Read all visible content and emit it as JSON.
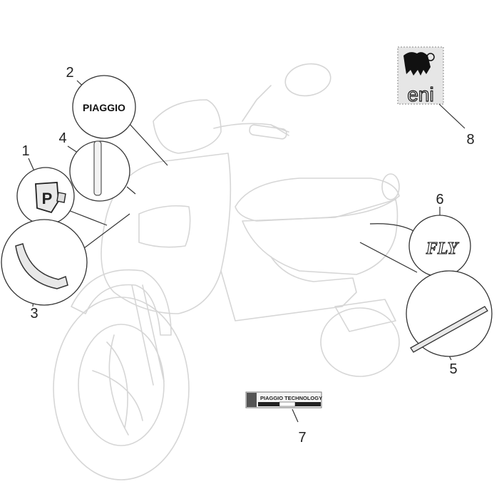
{
  "callouts": [
    {
      "id": "1",
      "label": "1"
    },
    {
      "id": "2",
      "label": "2"
    },
    {
      "id": "3",
      "label": "3"
    },
    {
      "id": "4",
      "label": "4"
    },
    {
      "id": "5",
      "label": "5"
    },
    {
      "id": "6",
      "label": "6"
    },
    {
      "id": "7",
      "label": "7"
    },
    {
      "id": "8",
      "label": "8"
    }
  ],
  "decals": {
    "piaggio_wordmark": "PIAGGIO",
    "fly_logo": "FLY",
    "eni_logo": "eni",
    "badge_letter": "P",
    "technology_plate": "PIAGGIO TECHNOLOGY"
  },
  "colors": {
    "outline": "#333333",
    "ghost_scooter": "#d6d6d6",
    "eni_yellow_bg": "#e6e6e6"
  }
}
